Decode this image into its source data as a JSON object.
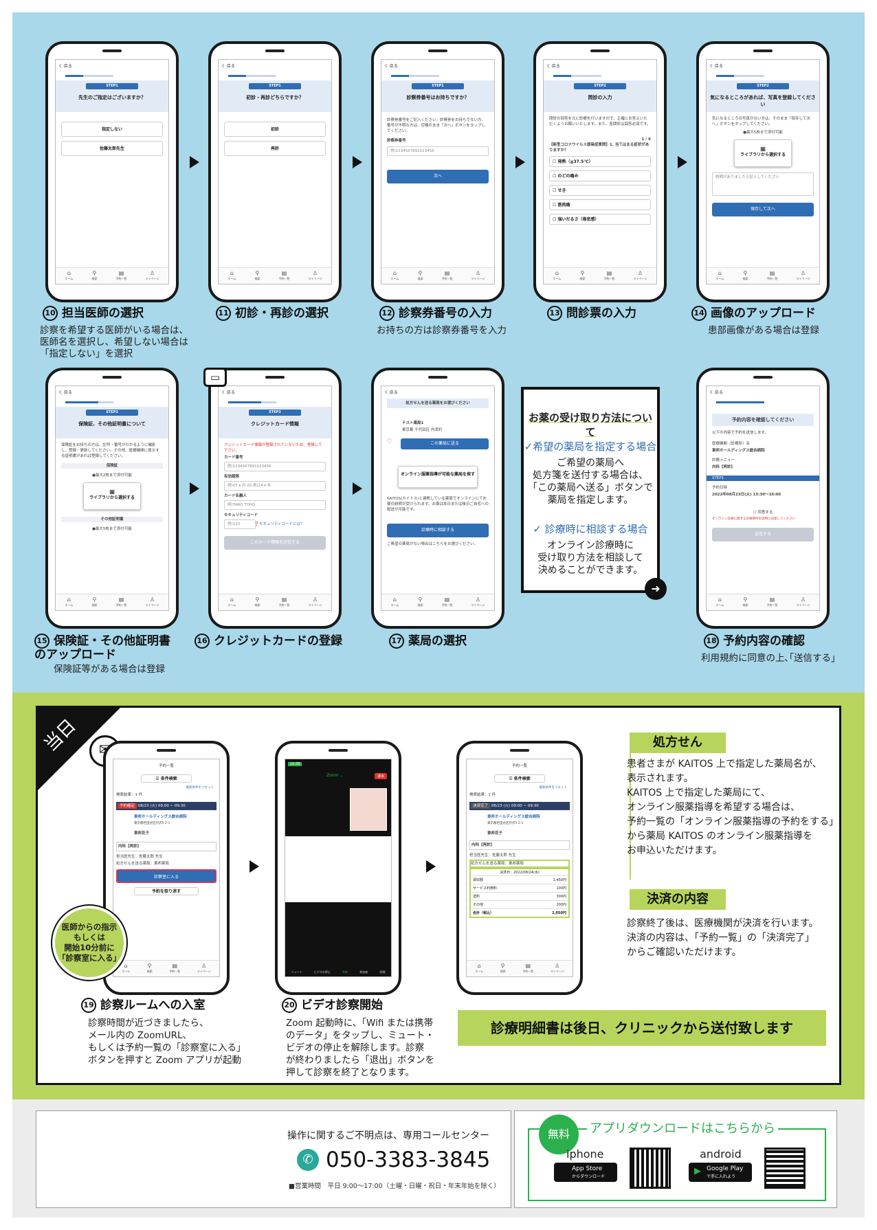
{
  "bk": "く 戻る",
  "nav": [
    {
      "icon": "⌂",
      "label": "ホーム"
    },
    {
      "icon": "⚲",
      "label": "検索"
    },
    {
      "icon": "▤",
      "label": "予約一覧"
    },
    {
      "icon": "♙",
      "label": "マイページ"
    }
  ],
  "s10": {
    "step": "STEP1",
    "q": "先生のご指定はございますか？",
    "opts": [
      "指定しない",
      "佐藤太郎先生"
    ]
  },
  "s11": {
    "step": "STEP1",
    "q": "初診・再診どちらですか？",
    "opts": [
      "初診",
      "再診"
    ]
  },
  "s12": {
    "step": "STEP1",
    "q": "診察券番号はお持ちですか？",
    "desc": "診察券番号をご記入ください。診察券をお持ちでない方、番号が不明な方は、空欄のまま「次へ」ボタンをタップしてください。",
    "label": "診察券番号",
    "ph": "例)1234567891023456",
    "btn": "次へ"
  },
  "s13": {
    "step": "STEP2",
    "q": "問診の入力",
    "desc": "問診の回答を元に診療を行いますので、正確にお答えいただくようお願いいたします。また、各問診は回答必須です。",
    "count": "1 / 6",
    "qq": "【新型コロナウイルス感染症質問】1. 当てはまる症状がありますか？",
    "opts": [
      "発熱（≧37.5℃）",
      "のどの痛み",
      "せき",
      "筋肉痛",
      "強いだるさ（倦怠感）"
    ]
  },
  "s14": {
    "step": "STEP2",
    "q": "気になるところがあれば、写真を登録してください",
    "desc": "気になるところの写真がない方は、そのまま「保存して次へ」ボタンをタップしてください。",
    "limit": "●最大5枚まで添付可能",
    "lib": "ライブラリから選択する",
    "ph": "説明がありましたら記入してください",
    "btn": "保存して次へ"
  },
  "s15": {
    "step": "STEP3",
    "q": "保険証、その他証明書について",
    "desc": "保険証をお持ちの方は、記号・番号がわかるように撮影し、登録・更新してください。その他、医療機関に提示する証明書があれば登録してください。",
    "sec1": "保険証",
    "lim1": "●最大2枚まで添付可能",
    "lib": "ライブラリから選択する",
    "sec2": "その他証明書",
    "lim2": "●最大5枚まで添付可能"
  },
  "s16": {
    "step": "STEP3",
    "q": "クレジットカード情報",
    "warn": "クレジットカード情報が登録されていないため、登録して下さい。",
    "l1": "カード番号",
    "p1": "例)1234567891023456",
    "l2": "有効期限",
    "p2": "例)03 ▾ 月 20 例)24 ▾ 年",
    "l3": "カード名義人",
    "p3": "例)TARO TOHO",
    "l4": "セキュリティコード",
    "p4": "例)123",
    "link": "❓セキュリティコードとは?",
    "btn": "このカード情報を送信する"
  },
  "s17": {
    "head": "処方せんを送る薬局をお選びください",
    "name": "テスト薬局1",
    "addr": "東京都 千代田区 内幸町",
    "btn1": "この薬局に送る",
    "online": "オンライン服薬指導が可能な薬局を探す",
    "desc": "KAITOS(カイトス)と連携している薬局でオンラインにてお薬の説明が受けられます。お薬は本日または後日ご自宅への配送が可能です。",
    "btn2": "診療時に相談する",
    "foot": "ご希望の薬局がない場合はこちらをお選びください。"
  },
  "s18": {
    "q": "予約内容を確認してください",
    "desc": "以下の内容で予約を送信します。",
    "l1": "医療機関（診療所）名",
    "v1": "東邦ホールディングス総合病院",
    "l2": "診療メニュー",
    "v2": "内科【再診】",
    "step": "STEP1",
    "l3": "予約日時",
    "v3": "2022年08月23日(火) 15:30〜16:00",
    "chk": "同意する",
    "warn": "オンライン診療に関する診療要件の説明に同意してください",
    "btn": "送信する"
  },
  "caps": [
    {
      "n": "10",
      "t": "担当医師の選択",
      "d": "診察を希望する医師がいる場合は、\n医師名を選択し、希望しない場合は\n「指定しない」を選択"
    },
    {
      "n": "11",
      "t": "初診・再診の選択",
      "d": ""
    },
    {
      "n": "12",
      "t": "診察券番号の入力",
      "d": "お持ちの方は診察券番号を入力"
    },
    {
      "n": "13",
      "t": "問診票の入力",
      "d": ""
    },
    {
      "n": "14",
      "t": "画像のアップロード",
      "d": "患部画像がある場合は登録"
    },
    {
      "n": "15",
      "t": "保険証・その他証明書\nのアップロード",
      "d": "保険証等がある場合は登録"
    },
    {
      "n": "16",
      "t": "クレジットカードの登録",
      "d": ""
    },
    {
      "n": "17",
      "t": "薬局の選択",
      "d": ""
    },
    {
      "n": "18",
      "t": "予約内容の確認",
      "d": "利用規約に同意の上､｢送信する｣"
    }
  ],
  "info": {
    "title": "お薬の受け取り方法について",
    "h1": "✓希望の薬局を指定する場合",
    "b1": "ご希望の薬局へ\n処方箋を送付する場合は、\n「この薬局へ送る」ボタンで\n薬局を指定します。",
    "h2": "✓ 診療時に相談する場合",
    "b2": "オンライン診療時に\n受け取り方法を相談して\n決めることができます。"
  },
  "today": {
    "tag": "当日",
    "p19": {
      "head": "予約一覧",
      "filter": "☰ 条件検索",
      "reset": "検索条件をリセット",
      "count": "検索結果：1 件",
      "badge": "予約確定",
      "date": "08/23 (火) 09:00 ~ 09:30",
      "hosp": "東邦ホールディングス総合病院",
      "addr": "東京都世田谷区代沢5-2-1",
      "pat": "東邦花子",
      "menu": "内科【再診】",
      "doc": "担当医先生：佐藤太郎 先生",
      "ph": "処方せんを送る薬局：東邦薬局",
      "enter": "診察室に入る",
      "cancel": "予約を取り消す"
    },
    "bubble": "医師からの指示\nもしくは\n開始10分前に\n「診察室に入る」",
    "p20": {
      "time": "10:38",
      "app": "Zoom ⌄",
      "leave": "退出",
      "bar": [
        "ミュート",
        "ビデオの停止",
        "共有",
        "参加者",
        "詳細"
      ]
    },
    "p21": {
      "head": "予約一覧",
      "filter": "☰ 条件検索",
      "reset": "検索条件をリセット",
      "count": "検索結果：1 件",
      "badge": "決済完了",
      "date": "08/23 (火) 09:00 ~ 09:30",
      "hosp": "東邦ホールディングス総合病院",
      "addr": "東京都世田谷区代沢5-2-1",
      "pat": "東邦花子",
      "menu": "内科【再診】",
      "doc": "担当医先生：佐藤太郎 先生",
      "ph": "処方せんを送る薬局：東邦薬局",
      "pdate": "決済日：2022/08/24(水)",
      "rows": [
        [
          "領収額",
          "1,450円"
        ],
        [
          "サービス利用料",
          "100円"
        ],
        [
          "送料",
          "300円"
        ],
        [
          "その他",
          "200円"
        ],
        [
          "合計（税込）",
          "2,050円"
        ]
      ]
    },
    "c19": {
      "n": "19",
      "t": "診察ルームへの入室",
      "d": "診察時間が近づきましたら、\nメール内の ZoomURL、\nもしくは予約一覧の「診察室に入る」\nボタンを押すと Zoom アプリが起動"
    },
    "c20": {
      "n": "20",
      "t": "ビデオ診察開始",
      "d": "Zoom 起動時に、「Wifi または携帯\nのデータ」をタップし、ミュート・\nビデオの停止を解除します。診察\nが終わりましたら「退出」ボタンを\n押して診察を終了となります。"
    },
    "rx": {
      "h": "処方せん",
      "b": "患者さまが KAITOS 上で指定した薬局名が、\n表示されます。\nKAITOS 上で指定した薬局にて、\nオンライン服薬指導を希望する場合は、\n予約一覧の「オンライン服薬指導の予約をする」\nから薬局 KAITOS のオンライン服薬指導を\nお申込いただけます。"
    },
    "pay": {
      "h": "決済の内容",
      "b": "診察終了後は、医療機関が決済を行います。\n決済の内容は、「予約一覧」の「決済完了」\nからご確認いただけます。"
    },
    "note": "診療明細書は後日、クリニックから送付致します"
  },
  "footer": {
    "q": "操作に関するご不明点は、専用コールセンター",
    "tel": "050-3383-3845",
    "hours": "■営業時間　平日 9:00〜17:00（土曜・日曜・祝日・年末年始を除く）",
    "free": "無料",
    "dl": "アプリダウンロードはこちらから",
    "ios": "iphone",
    "android": "android",
    "as1": "App Store",
    "as2": "からダウンロード",
    "gp1": "Google Play",
    "gp2": "で手に入れよう"
  }
}
